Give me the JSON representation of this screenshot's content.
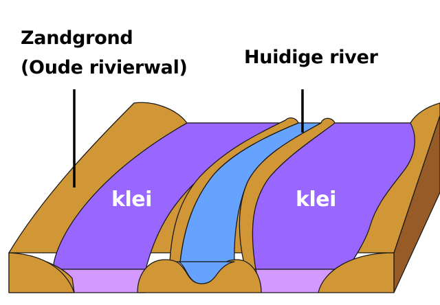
{
  "diagram": {
    "type": "cross-section",
    "labels": {
      "sand_line1": "Zandgrond",
      "sand_line2": "(Oude rivierwal)",
      "river": "Huidige river",
      "clay_left": "klei",
      "clay_right": "klei"
    },
    "layers": [
      {
        "name": "Zandgrond (Oude rivierwal)",
        "color": "#d19636"
      },
      {
        "name": "klei",
        "color": "#9966ff"
      },
      {
        "name": "klei (side face)",
        "color": "#d399ff"
      },
      {
        "name": "Huidige river",
        "color": "#66a3ff"
      },
      {
        "name": "zijkant",
        "color": "#965b26"
      }
    ],
    "outline_color": "#1a1a1a"
  }
}
